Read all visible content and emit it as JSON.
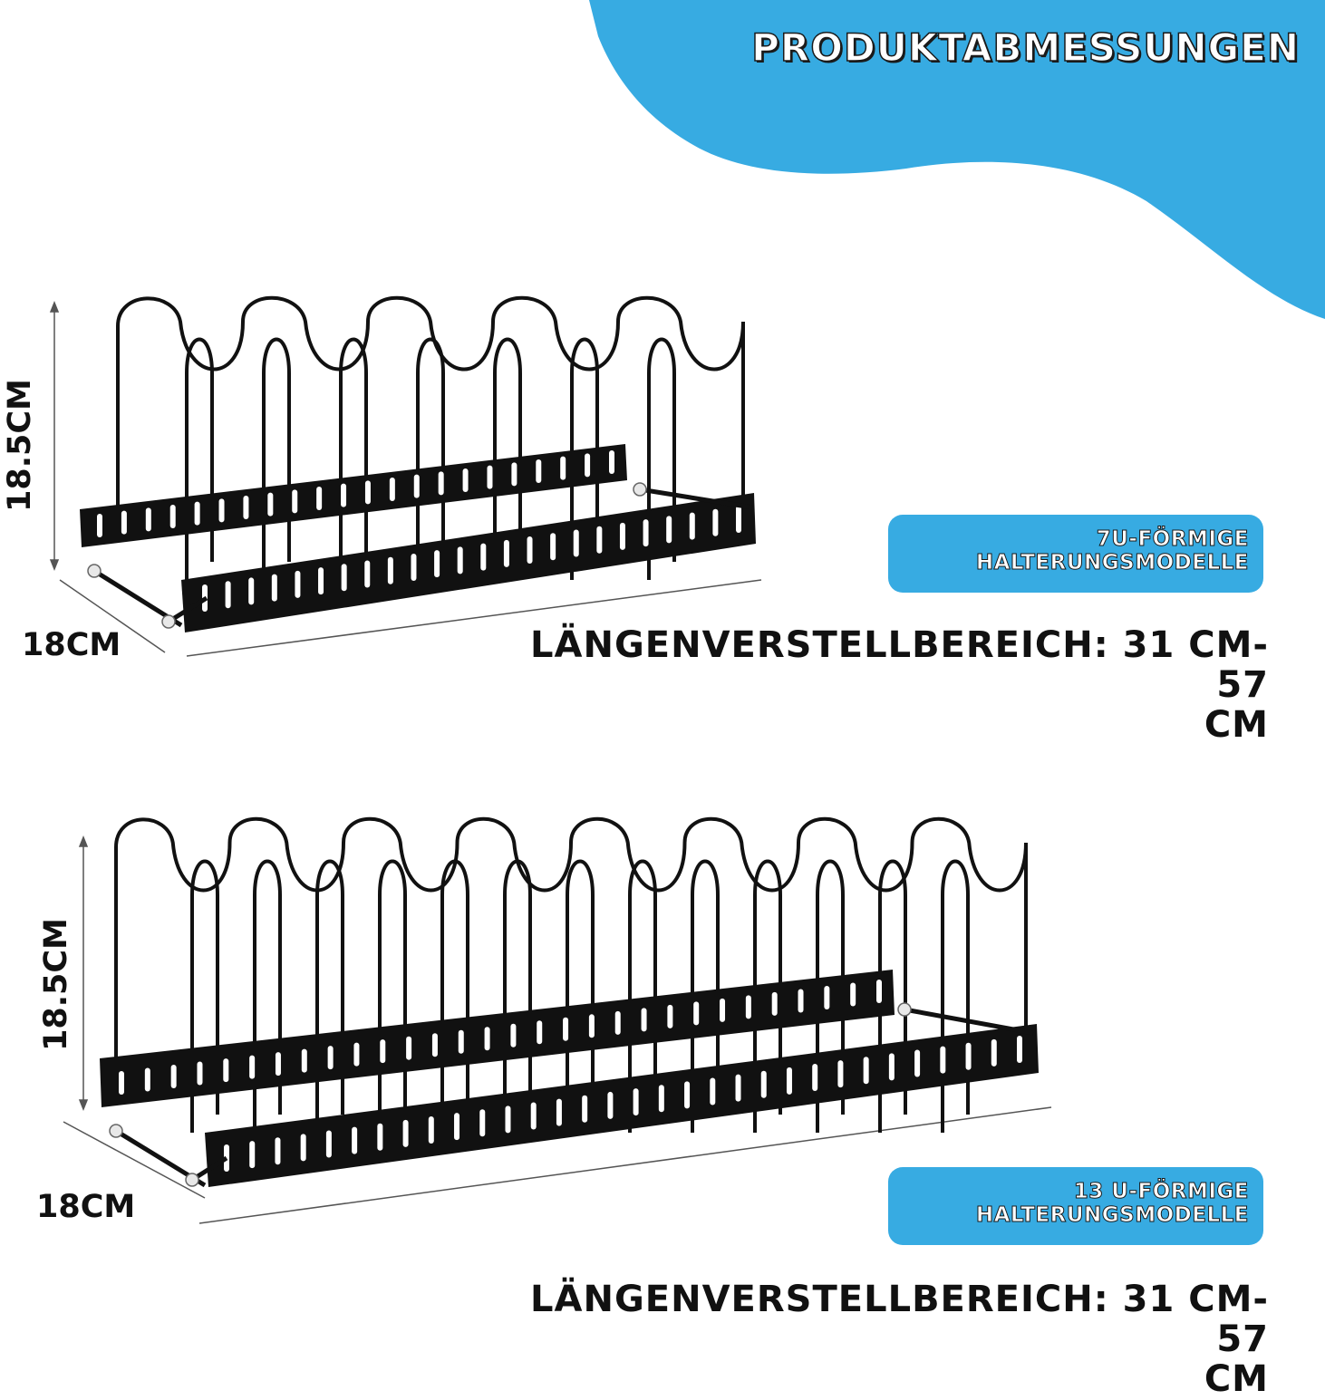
{
  "header": {
    "title": "PRODUKTABMESSUNGEN"
  },
  "colors": {
    "accent_blue": "#37abe2",
    "wire_black": "#111111",
    "background": "#ffffff"
  },
  "models": [
    {
      "pill": {
        "line1": "7U-FÖRMIGE",
        "line2": "HALTERUNGSMODELLE"
      },
      "height_label": "18.5CM",
      "depth_label": "18CM",
      "range_line1": "LÄNGENVERSTELLBEREICH: 31 CM-57",
      "range_line2": "CM",
      "holders": 7
    },
    {
      "pill": {
        "line1": "13 U-FÖRMIGE",
        "line2": "HALTERUNGSMODELLE"
      },
      "height_label": "18.5CM",
      "depth_label": "18CM",
      "range_line1": "LÄNGENVERSTELLBEREICH: 31 CM-57",
      "range_line2": "CM",
      "holders": 13
    }
  ]
}
